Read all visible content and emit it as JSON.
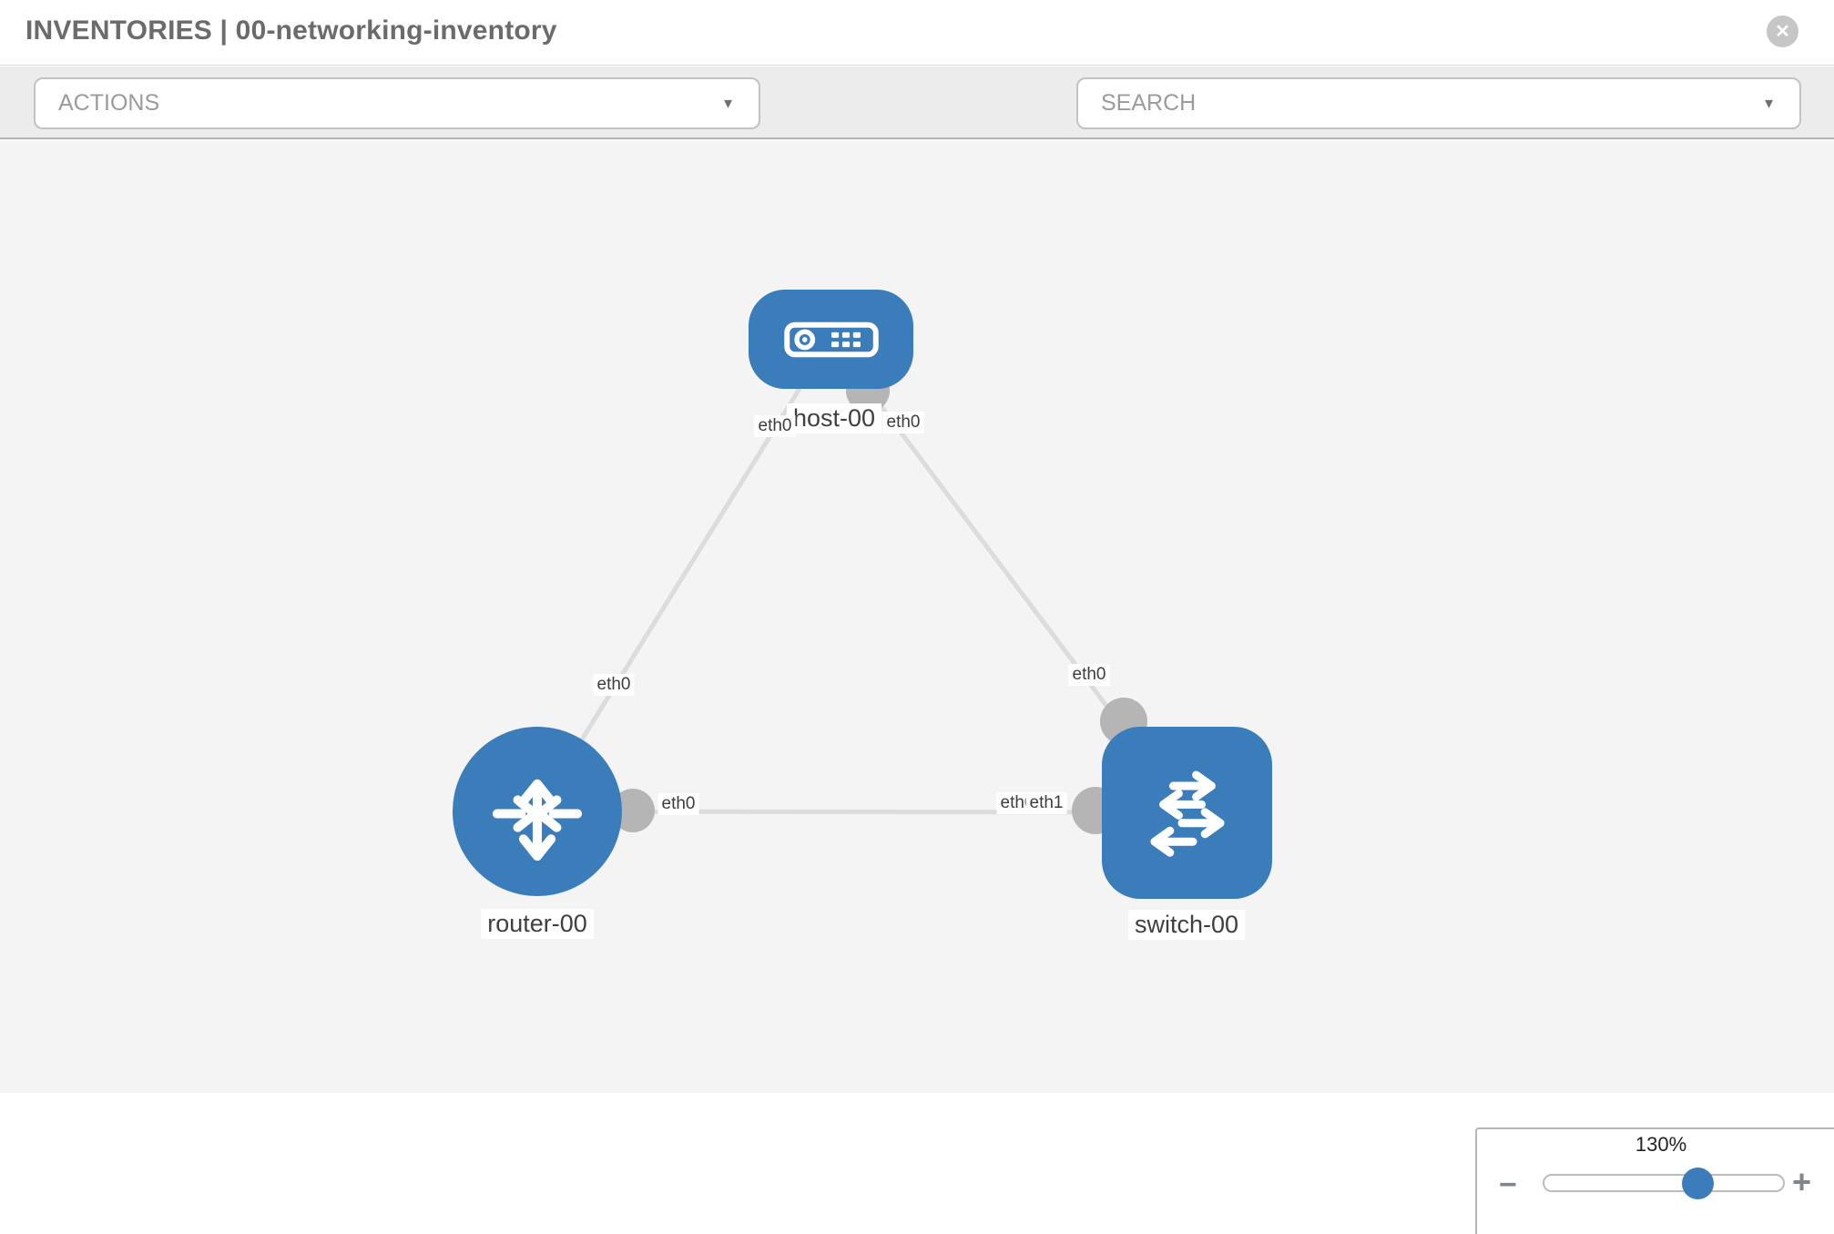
{
  "header": {
    "title": "INVENTORIES | 00-networking-inventory"
  },
  "toolbar": {
    "actions_label": "ACTIONS",
    "search_placeholder": "SEARCH",
    "tools": [
      {
        "icon": "wrench-icon"
      },
      {
        "icon": "key-icon"
      }
    ]
  },
  "icons": {
    "close": "✕",
    "caret_down": "▼",
    "minus": "−",
    "plus": "+"
  },
  "topology": {
    "nodes": [
      {
        "id": "host-00",
        "type": "host",
        "label": "host-00"
      },
      {
        "id": "router-00",
        "type": "router",
        "label": "router-00"
      },
      {
        "id": "switch-00",
        "type": "switch",
        "label": "switch-00"
      }
    ],
    "links": [
      {
        "source": "host-00",
        "target": "router-00",
        "source_interface": "eth0",
        "target_interface": "eth0"
      },
      {
        "source": "host-00",
        "target": "switch-00",
        "source_interface": "eth0",
        "target_interface": "eth0"
      },
      {
        "source": "router-00",
        "target": "switch-00",
        "source_interface": "eth0",
        "target_interface": "eth1",
        "target_overlap_label": "eth0"
      }
    ]
  },
  "zoom_control": {
    "value": "130%"
  },
  "colors": {
    "node_blue": "#3b7cba",
    "edge_gray": "#dcdcdc",
    "port_gray": "#b5b5b5",
    "toolbar_bg": "#ececec",
    "canvas_bg": "#f4f4f4",
    "title_gray": "#6b6b6b"
  }
}
